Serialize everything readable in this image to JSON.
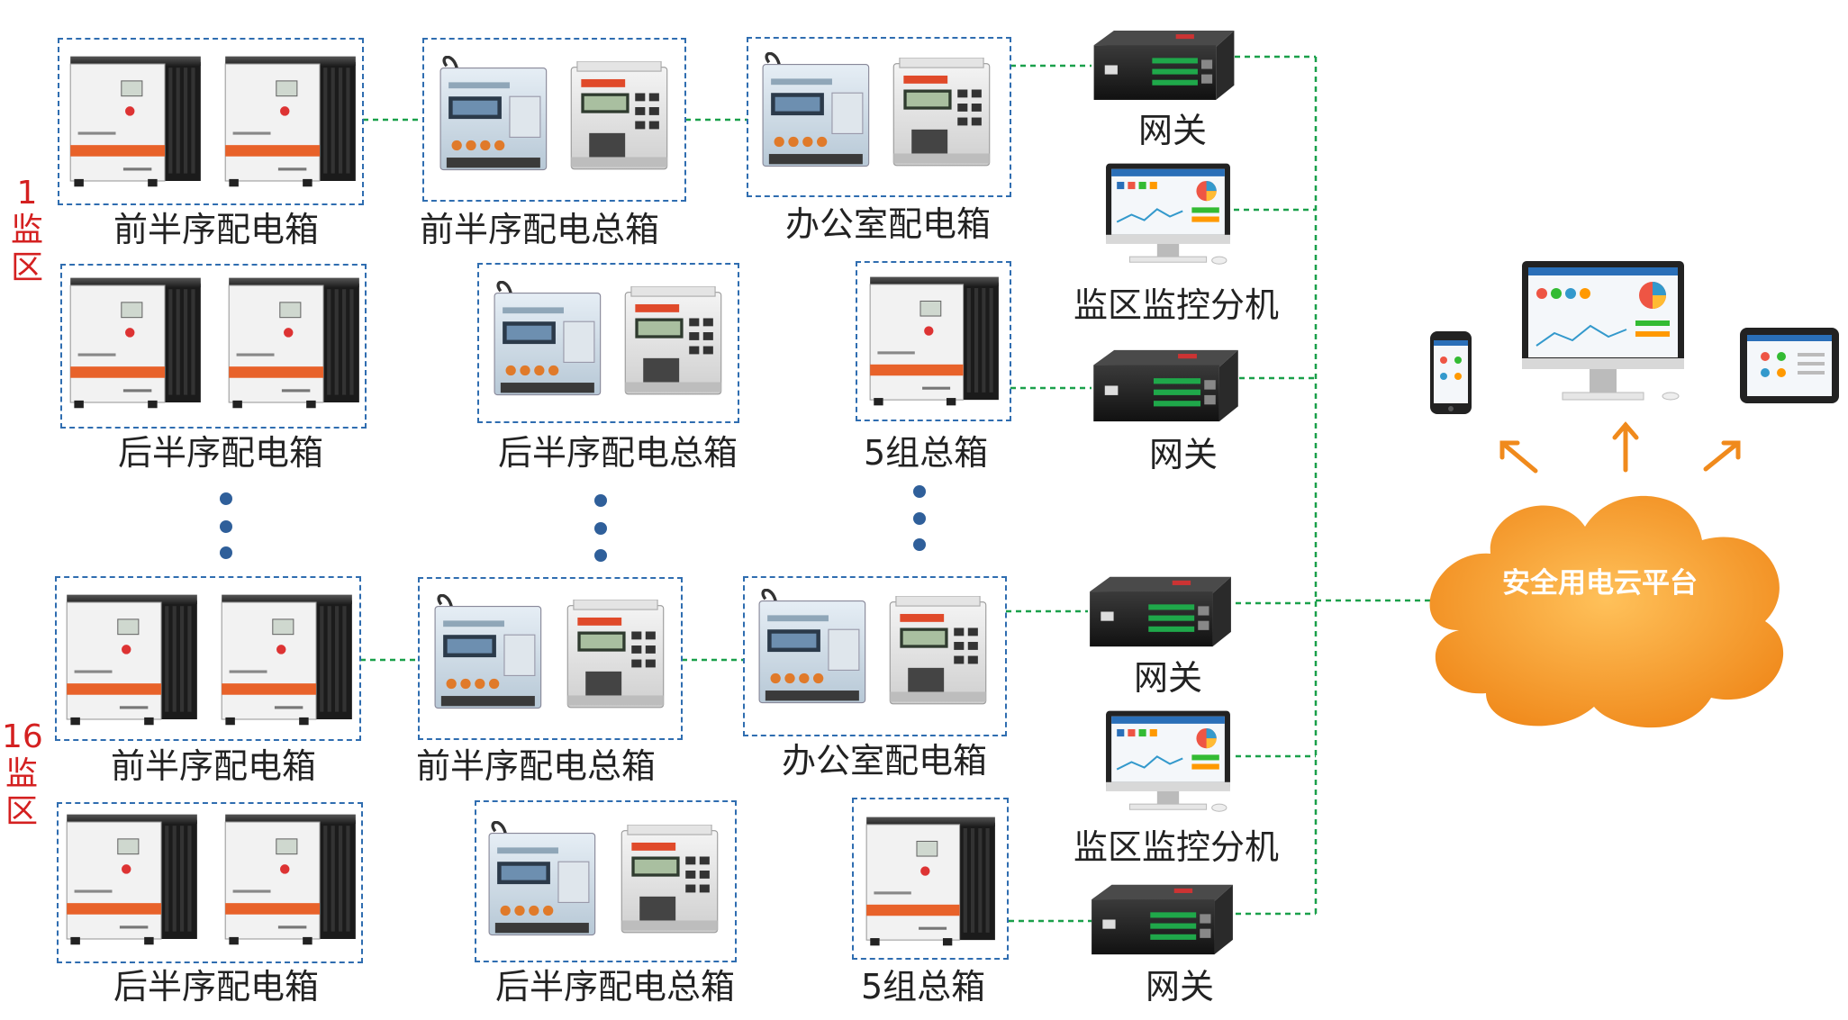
{
  "zones": {
    "zone_1": [
      "1",
      "监",
      "区"
    ],
    "zone_16": [
      "16",
      "监",
      "区"
    ]
  },
  "labels": {
    "front_dist_box": "前半序配电箱",
    "front_main_box": "前半序配电总箱",
    "office_box": "办公室配电箱",
    "back_dist_box": "后半序配电箱",
    "back_main_box": "后半序配电总箱",
    "group5_main_box": "5组总箱",
    "gateway": "网关",
    "monitor_pc": "监区监控分机"
  },
  "cloud": {
    "label": "安全用电云平台"
  },
  "colors": {
    "dash_box": "#2f6db0",
    "link_line": "#1aa04a",
    "zone_text": "#d42020",
    "cloud": "#f59a1f",
    "arrow": "#f08a1c",
    "cabinet_body": "#2b2b2b",
    "cabinet_front": "#f2f2f2",
    "cabinet_stripe": "#e8622a"
  },
  "icons": [
    "distribution-cabinet-icon",
    "din-rail-meter-icon",
    "control-module-icon",
    "gateway-device-icon",
    "monitor-pc-icon",
    "cloud-icon",
    "phone-icon",
    "desktop-icon",
    "tablet-icon",
    "arrow-up-icon",
    "ellipsis-dots-icon"
  ]
}
